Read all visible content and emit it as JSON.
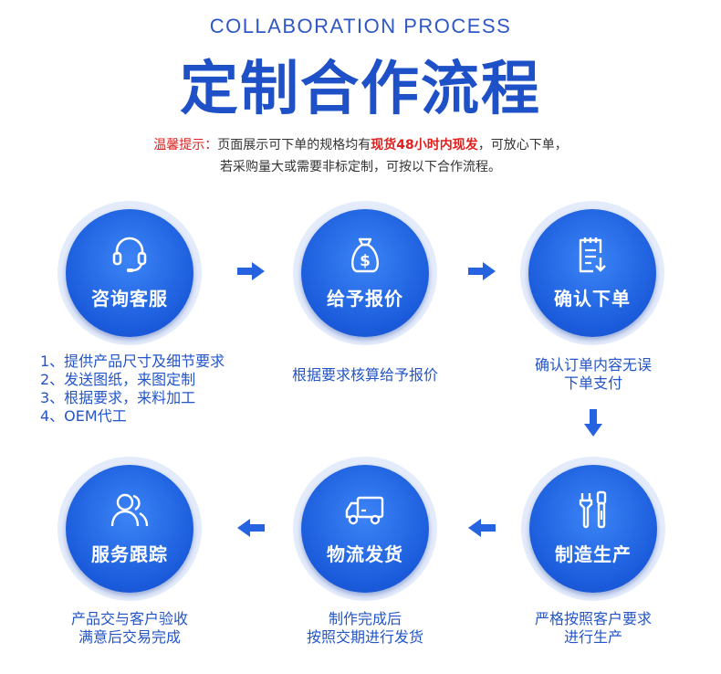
{
  "header": {
    "english": "COLLABORATION PROCESS",
    "title": "定制合作流程",
    "tip": {
      "label": "温馨提示：",
      "line1_a": "页面展示可下单的规格均有",
      "line1_b": "现货48小时内现发",
      "line1_c": "，可放心下单，",
      "line2": "若采购量大或需要非标定制，可按以下合作流程。"
    }
  },
  "steps": [
    {
      "label": "咨询客服",
      "icon": "headset-icon",
      "lines": [
        "1、提供产品尺寸及细节要求",
        "2、发送图纸，来图定制",
        "3、根据要求，来料加工",
        "4、OEM代工"
      ]
    },
    {
      "label": "给予报价",
      "icon": "money-bag-icon",
      "lines": [
        "根据要求核算给予报价"
      ]
    },
    {
      "label": "确认下单",
      "icon": "order-list-icon",
      "lines": [
        "确认订单内容无误",
        "下单支付"
      ]
    },
    {
      "label": "制造生产",
      "icon": "tools-icon",
      "lines": [
        "严格按照客户要求",
        "进行生产"
      ]
    },
    {
      "label": "物流发货",
      "icon": "truck-icon",
      "lines": [
        "制作完成后",
        "按照交期进行发货"
      ]
    },
    {
      "label": "服务跟踪",
      "icon": "users-icon",
      "lines": [
        "产品交与客户验收",
        "满意后交易完成"
      ]
    }
  ],
  "colors": {
    "accent": "#1a5bdb",
    "title": "#1e50c8",
    "highlight": "#e0201e",
    "ring": "#e4ecfc"
  }
}
